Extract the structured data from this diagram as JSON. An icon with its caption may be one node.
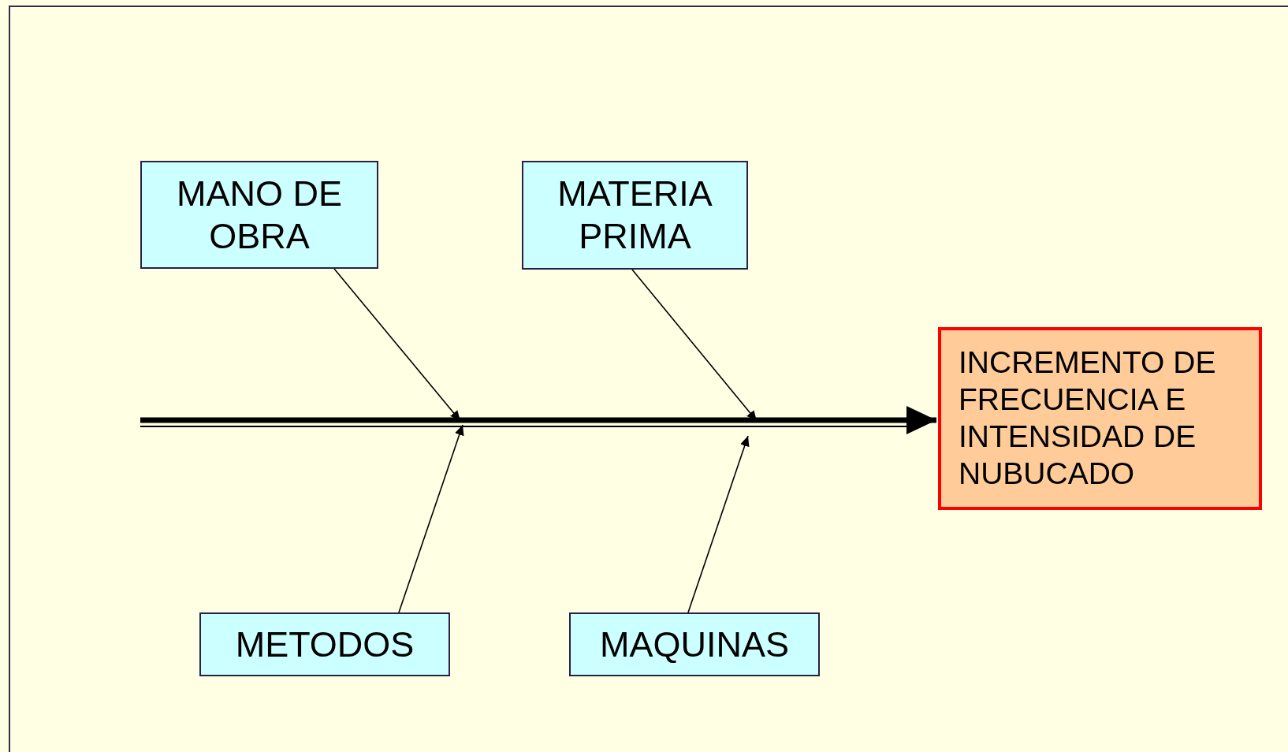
{
  "diagram": {
    "nodes": [
      {
        "text": [
          "MANO DE OBRA"
        ]
      },
      {
        "text": [
          "MATERIA PRIMA"
        ]
      },
      {
        "text": [
          "INCREMENTO DE FRECUENCIA E INTENSIDAD DE NUBUCADO"
        ]
      },
      {
        "text": [
          "METODOS"
        ]
      },
      {
        "text": [
          "MAQUINAS"
        ]
      }
    ],
    "edges": [
      {
        "from": null,
        "to": 2,
        "arrow": "to",
        "style": "thick"
      },
      {
        "from": 0,
        "to": null,
        "arrow": "to"
      },
      {
        "from": 1,
        "to": null,
        "arrow": "to"
      },
      {
        "from": 3,
        "to": null,
        "arrow": "to"
      },
      {
        "from": 4,
        "to": null,
        "arrow": "to"
      }
    ]
  }
}
